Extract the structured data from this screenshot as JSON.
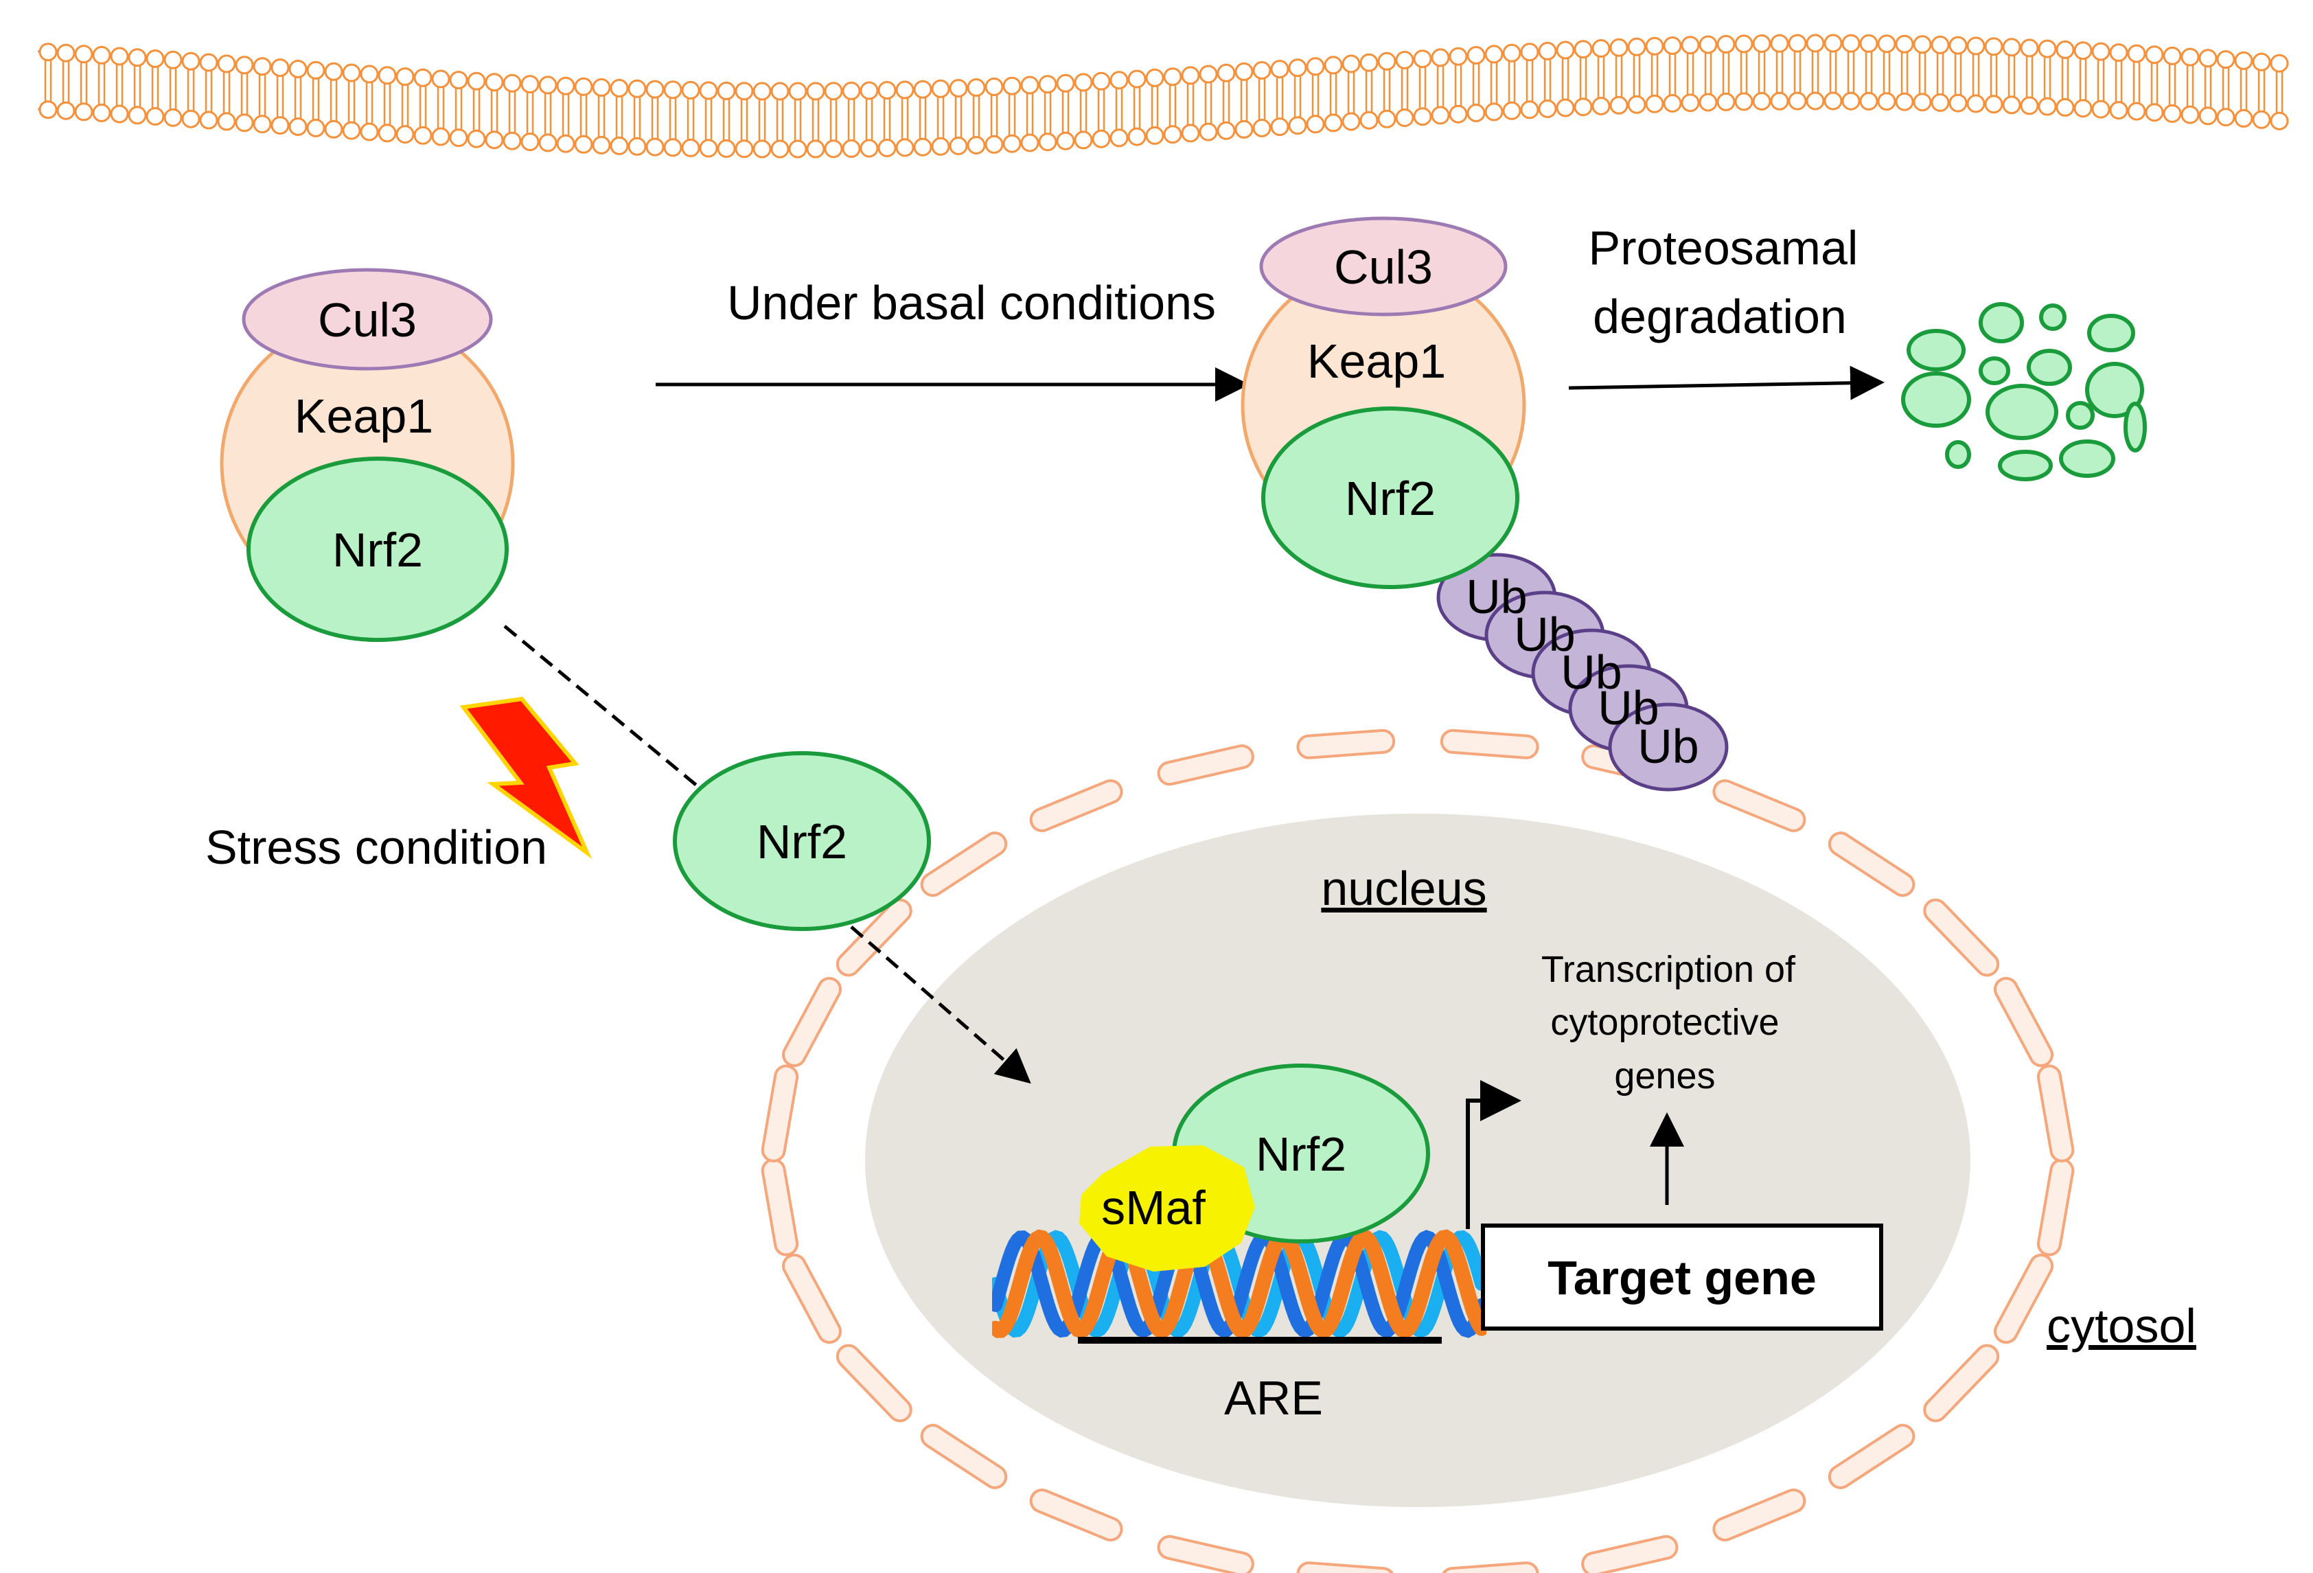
{
  "colors": {
    "membrane": "#f6913b",
    "keap1_fill": "#fde5d3",
    "keap1_stroke": "#f2a86b",
    "cul3_fill": "#f4d6dc",
    "cul3_stroke": "#9e7ab4",
    "nrf2_fill": "#b9f2c7",
    "nrf2_stroke": "#1a9b3c",
    "ub_fill": "#c4b4d8",
    "ub_stroke": "#5b3f88",
    "nucleus_fill": "#e6e4dd",
    "envelope_fill": "#fdeee6",
    "envelope_stroke": "#f5a67a",
    "smaf_fill": "#f7f200",
    "bolt_fill": "#ff1a00",
    "bolt_stroke": "#ffd400",
    "dna_orange": "#f47d20",
    "dna_blue": "#1f6fe0",
    "dna_cyan": "#1aaff0"
  },
  "left_complex": {
    "cul3": "Cul3",
    "keap1": "Keap1",
    "nrf2": "Nrf2"
  },
  "basal_label": "Under basal conditions",
  "right_complex": {
    "cul3": "Cul3",
    "keap1": "Keap1",
    "nrf2": "Nrf2",
    "ub": [
      "Ub",
      "Ub",
      "Ub",
      "Ub",
      "Ub"
    ]
  },
  "degradation_label": [
    "Proteosamal",
    "degradation"
  ],
  "stress_label": "Stress condition",
  "free_nrf2": "Nrf2",
  "nucleus_label": "nucleus",
  "cytosol_label": "cytosol",
  "bound": {
    "nrf2": "Nrf2",
    "smaf": "sMaf"
  },
  "target_gene": "Target gene",
  "are_label": "ARE",
  "transcription_label": [
    "Transcription of",
    "cytoprotective",
    "genes"
  ]
}
